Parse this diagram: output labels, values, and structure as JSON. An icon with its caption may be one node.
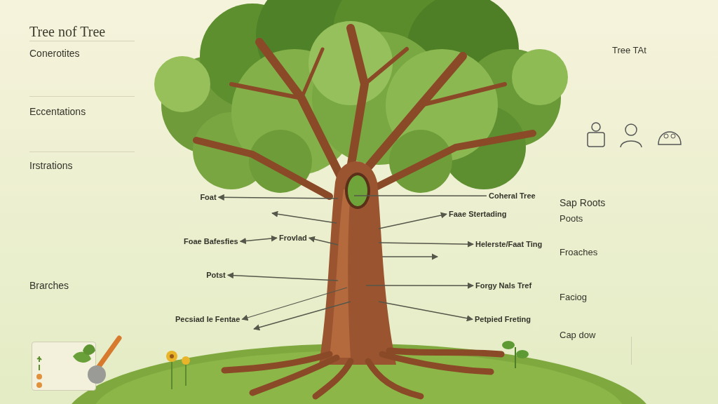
{
  "diagram": {
    "title": "Tree nof Tree",
    "nodes": [
      {
        "text": [
          "Foat"
        ]
      },
      {
        "text": [
          "Foae Bafesfies"
        ]
      },
      {
        "text": [
          "Frovlad"
        ]
      },
      {
        "text": [
          "Potst"
        ]
      },
      {
        "text": [
          "Pecsiad Ie Fentae"
        ]
      },
      {
        "text": [
          "Coheral Tree"
        ]
      },
      {
        "text": [
          "Faae Stertading"
        ]
      },
      {
        "text": [
          "Helerste/Faat Ting"
        ]
      },
      {
        "text": [
          "Forgy Nals Tref"
        ]
      },
      {
        "text": [
          "Petpied Freting"
        ]
      }
    ],
    "edges": [
      {
        "from": null,
        "to": 0,
        "arrow": "to"
      },
      {
        "from": 1,
        "to": 2,
        "arrow": "both"
      },
      {
        "from": null,
        "to": 2,
        "arrow": "to"
      },
      {
        "from": null,
        "to": 3,
        "arrow": "to"
      },
      {
        "from": null,
        "to": 4,
        "arrow": "to"
      },
      {
        "from": null,
        "to": 5,
        "arrow": "none"
      },
      {
        "from": null,
        "to": 6,
        "arrow": "to"
      },
      {
        "from": null,
        "to": 7,
        "arrow": "to"
      },
      {
        "from": null,
        "to": 8,
        "arrow": "to"
      },
      {
        "from": null,
        "to": 9,
        "arrow": "to"
      }
    ],
    "labels": [
      "Conerotites",
      "Eccentations",
      "Irstrations",
      "Brarches",
      "Tree TAt",
      "Sap Roots",
      "Poots",
      "Froaches",
      "Faciog",
      "Cap dow"
    ]
  }
}
